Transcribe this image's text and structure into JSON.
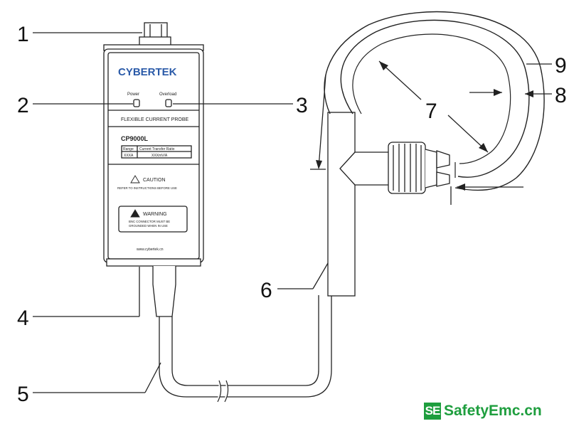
{
  "callouts": [
    "1",
    "2",
    "3",
    "4",
    "5",
    "6",
    "7",
    "8",
    "9"
  ],
  "probe": {
    "brand": "CYBERTEK",
    "led_power": "Power",
    "led_overload": "Overload",
    "title": "FLEXIBLE CURRENT PROBE",
    "model": "CP9000L",
    "table_headers": [
      "Range",
      "Current Transfer Ratio"
    ],
    "table_values": [
      "XXXA",
      "XXXmV/A"
    ],
    "caution_title": "CAUTION",
    "caution_text": "REFER TO INSTRUCTIONS BEFORE USE",
    "warning_title": "WARNING",
    "warning_text_1": "BNC CONNECTOR MUST BE",
    "warning_text_2": "GROUNDED WHEN IN USE",
    "website": "www.cybertek.cn"
  },
  "watermark": {
    "logo": "SE",
    "text": "SafetyEmc.cn",
    "color": "#1e9e3e"
  }
}
